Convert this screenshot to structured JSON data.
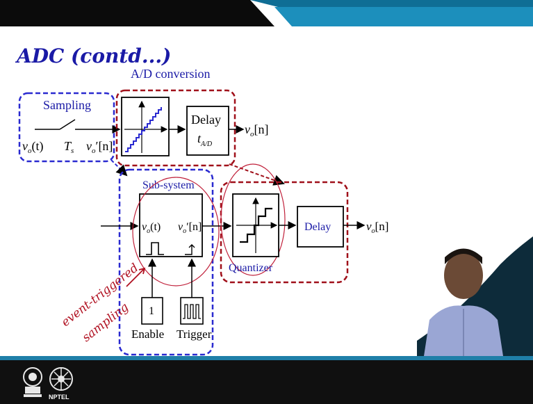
{
  "slide": {
    "title": "ADC (contd...)"
  },
  "top_diagram": {
    "ad_conversion_label": "A/D conversion",
    "sampling_label": "Sampling",
    "vo_t": "v",
    "vo_t_sub": "o",
    "vo_t_arg": "(t)",
    "ts": "T",
    "ts_sub": "s",
    "vo_prime_n": "v",
    "vo_prime_n_sub": "o",
    "vo_prime_n_arg": "′[n]",
    "delay_label": "Delay",
    "t_ad": "t",
    "t_ad_sub": "A/D",
    "output_v": "v",
    "output_sub": "o",
    "output_arg": "[n]"
  },
  "bottom_diagram": {
    "subsystem_label": "Sub-system",
    "vo_t": "v",
    "vo_t_sub": "o",
    "vo_t_arg": "(t)",
    "vo_prime_n": "v",
    "vo_prime_n_sub": "o",
    "vo_prime_n_arg": "′[n]",
    "quantizer_label": "Quantizer",
    "delay_label": "Delay",
    "output_v": "v",
    "output_sub": "o",
    "output_arg": "[n]",
    "enable_value": "1",
    "enable_label": "Enable",
    "trigger_label": "Trigger"
  },
  "annotation": {
    "line1": "event-triggered",
    "line2": "sampling"
  },
  "footer": {
    "nptel": "NPTEL"
  },
  "colors": {
    "blue_dash": "#2a2ad0",
    "red_dash": "#a0101a",
    "title_blue": "#1a1aa6",
    "annotation_red": "#b01020"
  }
}
